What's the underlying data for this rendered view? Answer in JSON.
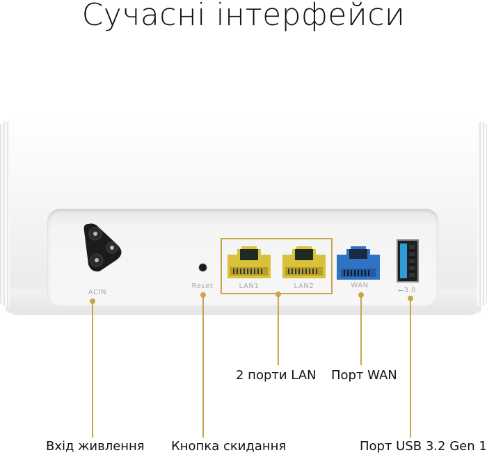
{
  "title": "Сучасні інтерфейси",
  "device": {
    "ports": [
      {
        "id": "acin",
        "label": "ACIN"
      },
      {
        "id": "reset",
        "label": "Reset"
      },
      {
        "id": "lan1",
        "label": "LAN1"
      },
      {
        "id": "lan2",
        "label": "LAN2"
      },
      {
        "id": "wan",
        "label": "WAN"
      },
      {
        "id": "usb",
        "label": "3.0",
        "icon": "usb-icon"
      }
    ],
    "colors": {
      "lan": "#d9c23a",
      "wan": "#2f73c4",
      "usb": "#2f9bd8",
      "callout": "#c9a449"
    }
  },
  "callouts": {
    "power": "Вхід живлення",
    "reset": "Кнопка скидання",
    "lan": "2 порти LAN",
    "wan": "Порт WAN",
    "usb": "Порт USB 3.2 Gen 1"
  }
}
